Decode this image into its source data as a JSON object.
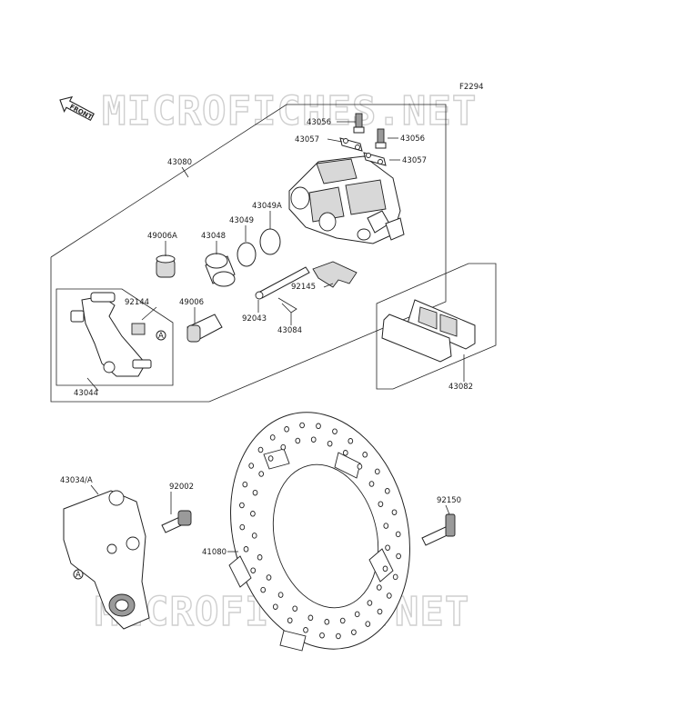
{
  "figure_code": "F2294",
  "watermark": "MICROFICHES.NET",
  "front_label": "FRONT",
  "ref_mark": "A",
  "parts": [
    {
      "id": "43056",
      "label": "43056"
    },
    {
      "id": "43056b",
      "label": "43056"
    },
    {
      "id": "43057",
      "label": "43057"
    },
    {
      "id": "43057b",
      "label": "43057"
    },
    {
      "id": "43080",
      "label": "43080"
    },
    {
      "id": "43049A",
      "label": "43049A"
    },
    {
      "id": "43049",
      "label": "43049"
    },
    {
      "id": "49006A",
      "label": "49006A"
    },
    {
      "id": "43048",
      "label": "43048"
    },
    {
      "id": "92145",
      "label": "92145"
    },
    {
      "id": "92144",
      "label": "92144"
    },
    {
      "id": "49006",
      "label": "49006"
    },
    {
      "id": "92043",
      "label": "92043"
    },
    {
      "id": "43084",
      "label": "43084"
    },
    {
      "id": "43044",
      "label": "43044"
    },
    {
      "id": "43082",
      "label": "43082"
    },
    {
      "id": "43034A",
      "label": "43034/A"
    },
    {
      "id": "92002",
      "label": "92002"
    },
    {
      "id": "92150",
      "label": "92150"
    },
    {
      "id": "41080",
      "label": "41080"
    }
  ],
  "colors": {
    "line": "#222222",
    "watermark": "#cfcfcf",
    "background": "#ffffff"
  }
}
